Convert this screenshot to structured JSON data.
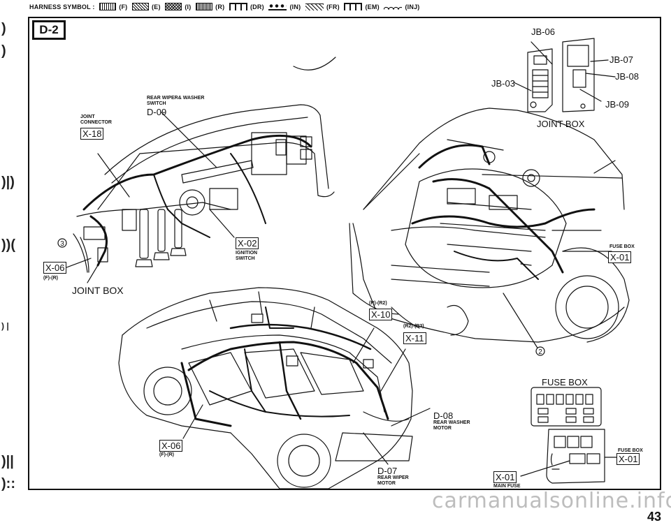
{
  "header": {
    "title": "HARNESS SYMBOL :",
    "legend": [
      "(F)",
      "(E)",
      "(I)",
      "(R)",
      "(DR)",
      "(IN)",
      "(FR)",
      "(EM)",
      "(INJ)"
    ]
  },
  "page_id": "D-2",
  "page_number": "43",
  "watermark": "carmanualsonline.info",
  "binding_marks": [
    ")",
    ")",
    ")|)",
    "))(",
    ") |",
    ")||",
    ")::"
  ],
  "instrument_panel": {
    "rear_wiper_switch_name": "REAR WIPER& WASHER SWITCH",
    "rear_wiper_switch_code": "D-09",
    "joint_connector_name": "JOINT CONNECTOR",
    "joint_connector_code": "X-18",
    "ignition_code": "X-02",
    "ignition_name": "IGNITION SWITCH",
    "joint_box_code": "X-06",
    "joint_box_variant": "(F)-(R)",
    "joint_box_label": "JOINT BOX",
    "circle_mark": "3"
  },
  "joint_box_inset": {
    "title": "JOINT BOX",
    "connectors": [
      "JB-06",
      "JB-07",
      "JB-08",
      "JB-03",
      "JB-09"
    ]
  },
  "engine_bay": {
    "fuse_box_name": "FUSE BOX",
    "fuse_box_code": "X-01",
    "circle_mark": "2"
  },
  "body": {
    "x10_variant": "(R)-(R2)",
    "x10_code": "X-10",
    "x11_variant": "(R2)-(R3)",
    "x11_code": "X-11",
    "d08_code": "D-08",
    "d08_name": "REAR WASHER MOTOR",
    "d07_code": "D-07",
    "d07_name": "REAR WIPER MOTOR",
    "x06_code": "X-06",
    "x06_variant": "(F)-(R)"
  },
  "fuse_box_inset": {
    "title": "FUSE BOX",
    "side_name": "FUSE BOX",
    "side_code": "X-01",
    "main_code": "X-01",
    "main_name": "MAIN FUSE"
  }
}
